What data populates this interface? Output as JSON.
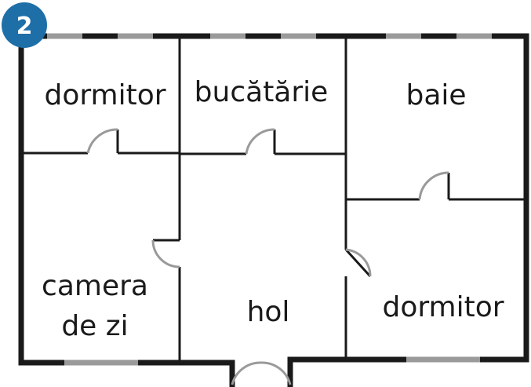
{
  "badge": {
    "number": "2",
    "color": "#1e6fa8"
  },
  "colors": {
    "wall": "#1a1a1a",
    "window": "#9a9a9a",
    "door_swing": "#9a9a9a"
  },
  "rooms": [
    {
      "id": "dormitor-1",
      "lines": [
        "dormitor"
      ]
    },
    {
      "id": "bucatarie",
      "lines": [
        "bucătărie"
      ]
    },
    {
      "id": "baie",
      "lines": [
        "baie"
      ]
    },
    {
      "id": "camera-de-zi",
      "lines": [
        "camera",
        "de zi"
      ]
    },
    {
      "id": "hol",
      "lines": [
        "hol"
      ]
    },
    {
      "id": "dormitor-2",
      "lines": [
        "dormitor"
      ]
    }
  ]
}
